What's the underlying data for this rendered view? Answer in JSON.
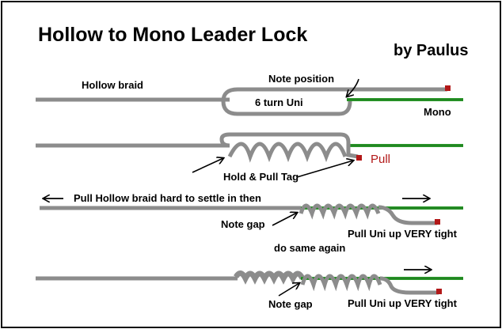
{
  "title": "Hollow to Mono Leader Lock",
  "author": "by Paulus",
  "labels": {
    "hollow_braid": "Hollow braid",
    "note_position": "Note position",
    "six_turn_uni": "6 turn Uni",
    "mono": "Mono",
    "pull": "Pull",
    "hold_pull_tag": "Hold & Pull Tag",
    "pull_hollow_braid": "Pull  Hollow braid hard  to settle in then",
    "note_gap_1": "Note gap",
    "pull_uni_tight_1": "Pull Uni up VERY tight",
    "do_same_again": "do same again",
    "note_gap_2": "Note gap",
    "pull_uni_tight_2": "Pull Uni up VERY tight"
  },
  "colors": {
    "braid": "#8c8c8c",
    "mono_green": "#2a9a2a",
    "tag_red": "#b21818",
    "ink": "#000000"
  }
}
